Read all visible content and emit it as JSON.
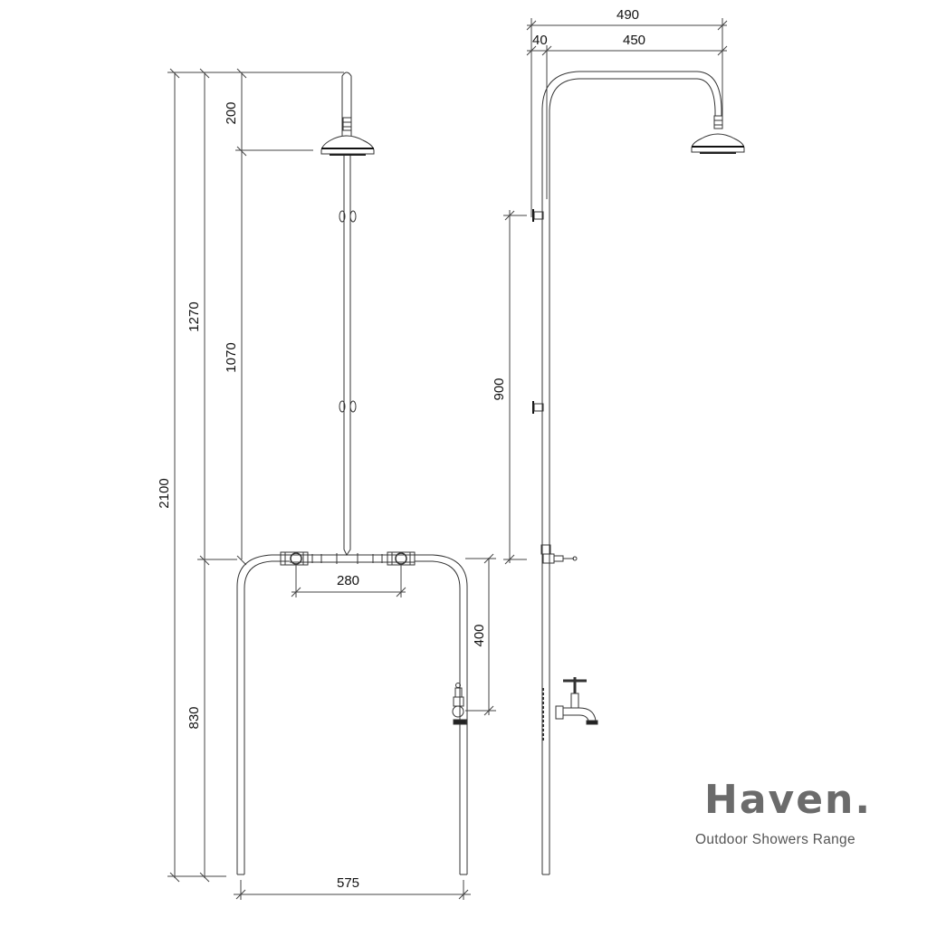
{
  "brand": {
    "name": "Haven.",
    "tagline": "Outdoor Showers Range"
  },
  "front_view": {
    "dimensions": {
      "total_height": "2100",
      "shower_arm_to_top": "1270",
      "head_to_valves": "1070",
      "head_drop": "200",
      "valve_spacing": "280",
      "base_width": "575",
      "valve_to_tap": "400",
      "floor_to_valves": "830"
    }
  },
  "side_view": {
    "dimensions": {
      "overall_reach": "490",
      "wall_offset": "40",
      "arm_reach": "450",
      "bracket_spacing": "900"
    }
  },
  "colors": {
    "line": "#222222",
    "dimension_line": "#333333",
    "brand_text": "#6b6b6b"
  }
}
